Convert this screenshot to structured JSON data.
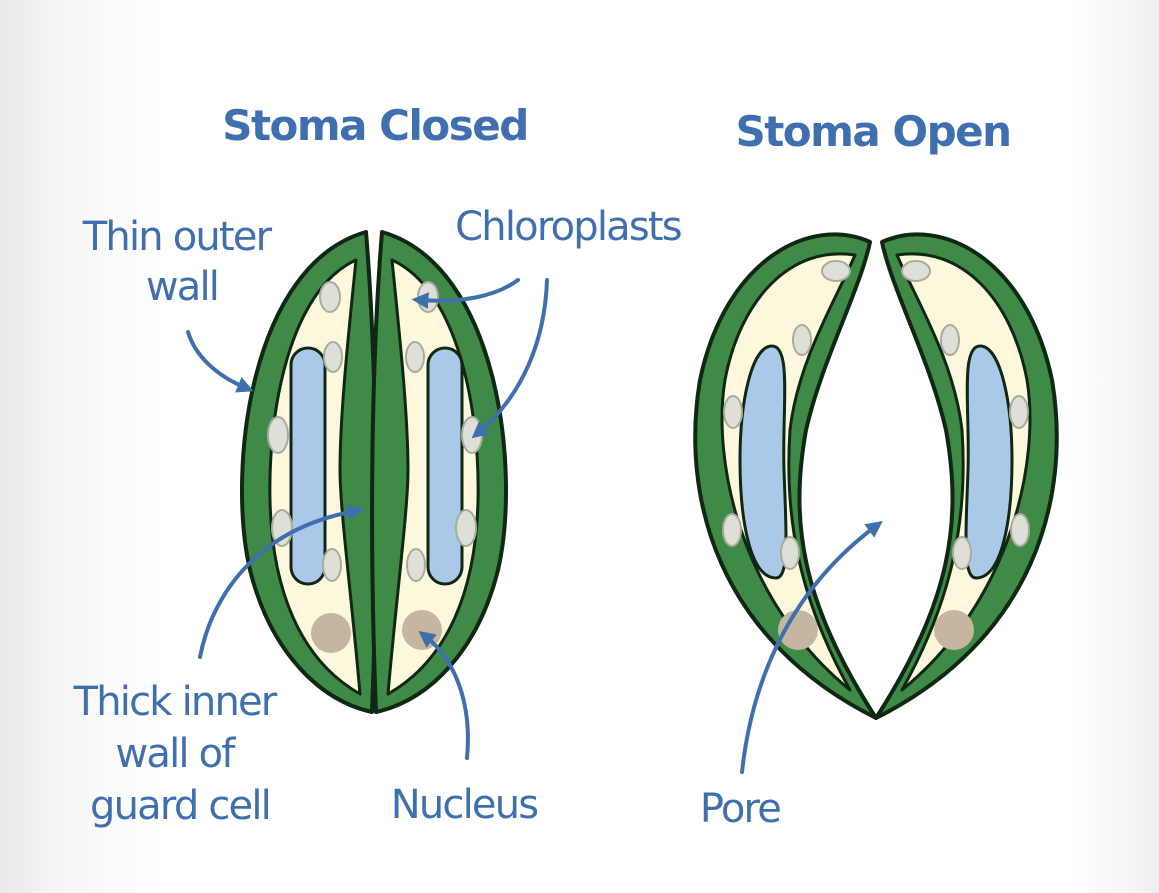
{
  "titles": {
    "closed": "Stoma Closed",
    "open": "Stoma Open"
  },
  "labels": {
    "outer_wall": [
      "Thin outer",
      "wall"
    ],
    "chloroplasts": "Chloroplasts",
    "inner_wall": [
      "Thick inner",
      "wall of",
      "guard cell"
    ],
    "nucleus": "Nucleus",
    "pore": "Pore"
  },
  "colors": {
    "label_text": "#3f6fae",
    "cell_wall": "#3f8a47",
    "wall_outline": "#102714",
    "cytoplasm": "#fdf8dc",
    "vacuole": "#aac9e9",
    "chloroplast": "#dedfd6",
    "nucleus": "#c6b6a0",
    "arrow": "#3f6fae"
  }
}
